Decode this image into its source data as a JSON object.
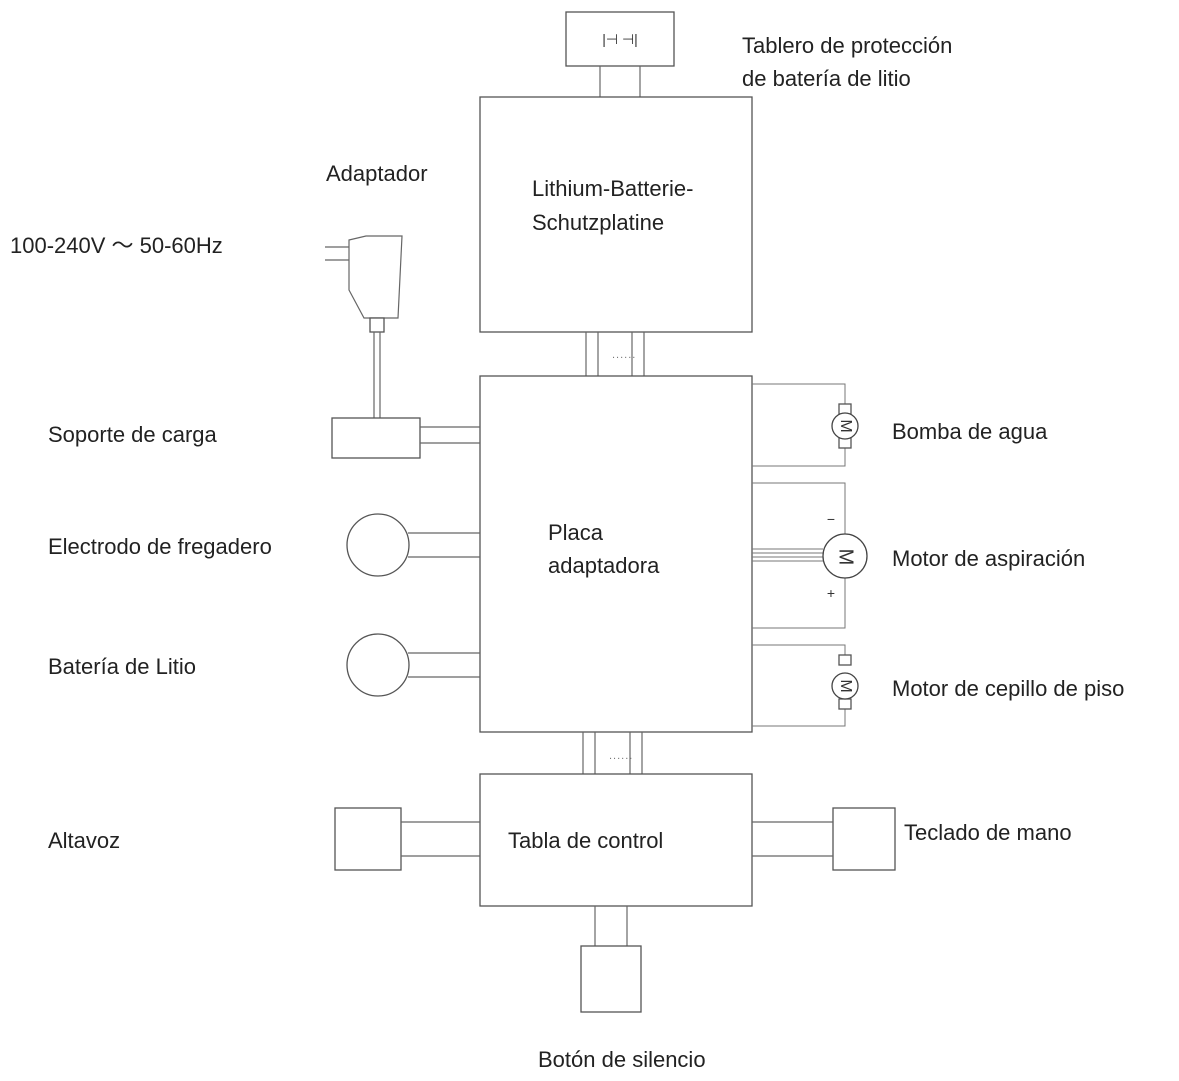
{
  "labels": {
    "protection_board_line1": "Tablero de protección",
    "protection_board_line2": "de batería de litio",
    "lithium_board_line1": "Lithium-Batterie-",
    "lithium_board_line2": "Schutzplatine",
    "adapter": "Adaptador",
    "voltage": "100-240V ～ 50-60Hz",
    "charging_stand": "Soporte de carga",
    "sink_electrode": "Electrodo de fregadero",
    "lithium_battery": "Batería de Litio",
    "adapter_board_line1": "Placa",
    "adapter_board_line2": "adaptadora",
    "water_pump": "Bomba de agua",
    "suction_motor": "Motor de aspiración",
    "floor_brush_motor": "Motor de cepillo de piso",
    "speaker": "Altavoz",
    "control_board": "Tabla de control",
    "hand_keyboard": "Teclado de mano",
    "mute_button": "Botón de silencio"
  },
  "symbols": {
    "motor": "M",
    "plus": "+",
    "minus": "−",
    "dots": "......",
    "battery_mark": "|⊣ ⊣|"
  }
}
